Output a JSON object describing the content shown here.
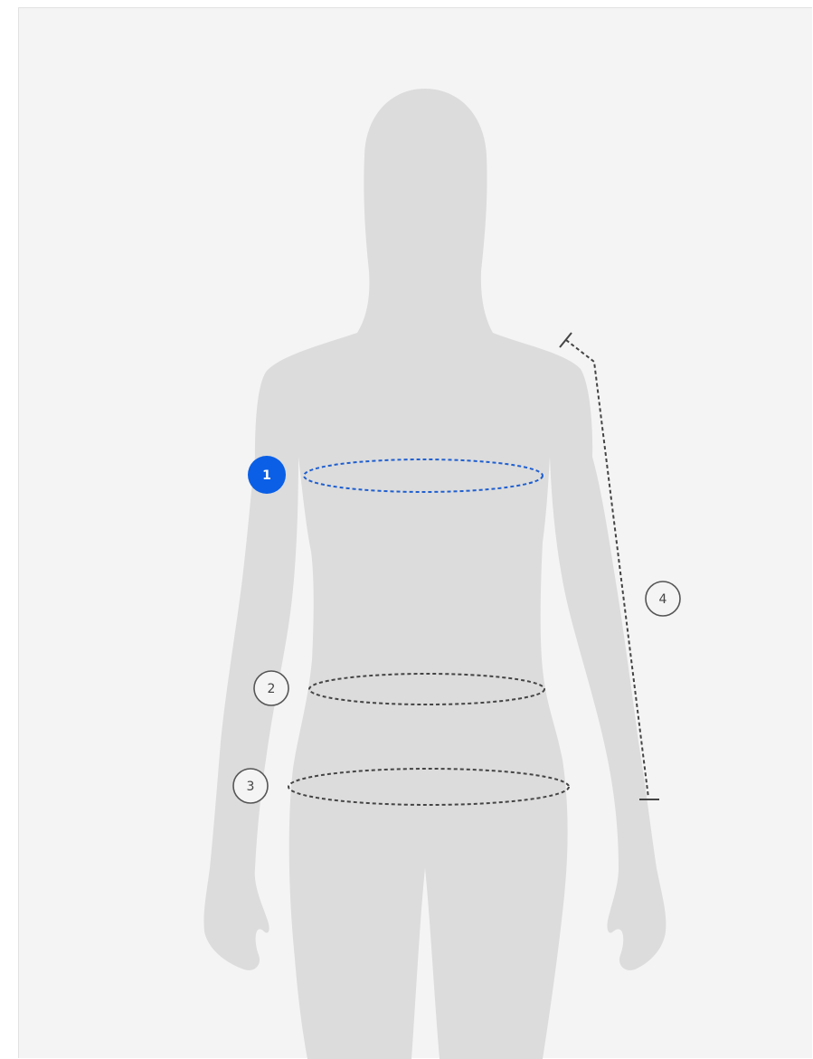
{
  "colors": {
    "page_background": "#ffffff",
    "panel_background": "#f4f4f4",
    "silhouette": "#dcdcdc",
    "measure_line": "#444444",
    "active_accent": "#0a5fe6",
    "active_text": "#ffffff",
    "marker_outline": "#555555"
  },
  "markers": {
    "bust": {
      "label": "1",
      "active": true
    },
    "waist": {
      "label": "2",
      "active": false
    },
    "hips": {
      "label": "3",
      "active": false
    },
    "sleeve": {
      "label": "4",
      "active": false
    }
  }
}
